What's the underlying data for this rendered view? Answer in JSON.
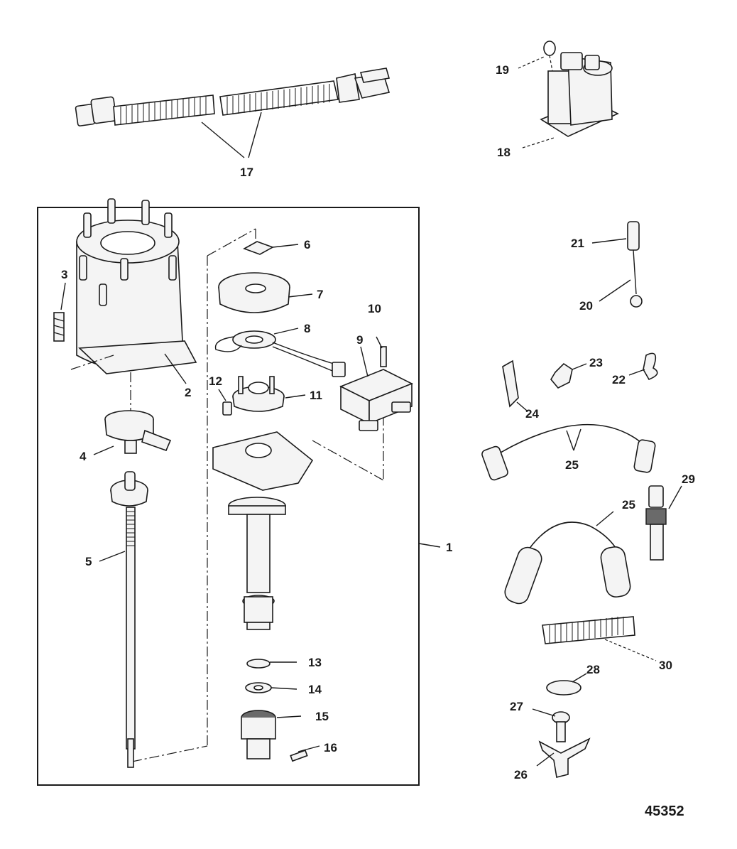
{
  "figure_id": "45352",
  "callouts": {
    "c1": "1",
    "c2": "2",
    "c3": "3",
    "c4": "4",
    "c5": "5",
    "c6": "6",
    "c7": "7",
    "c8": "8",
    "c9": "9",
    "c10": "10",
    "c11": "11",
    "c12": "12",
    "c13": "13",
    "c14": "14",
    "c15": "15",
    "c16": "16",
    "c17": "17",
    "c18": "18",
    "c19": "19",
    "c20": "20",
    "c21": "21",
    "c22": "22",
    "c23": "23",
    "c24": "24",
    "c25a": "25",
    "c25b": "25",
    "c26": "26",
    "c27": "27",
    "c28": "28",
    "c29": "29",
    "c30": "30"
  }
}
